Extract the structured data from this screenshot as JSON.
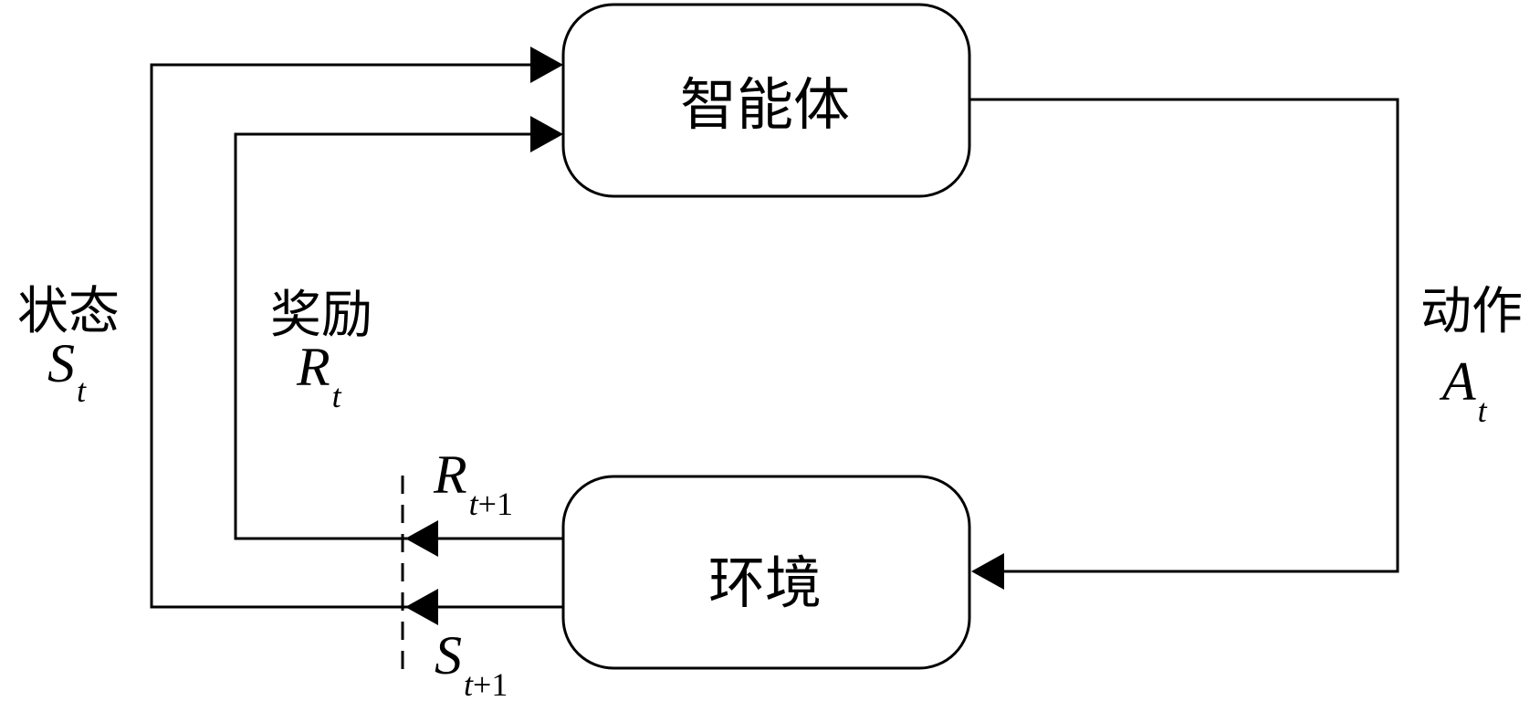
{
  "nodes": {
    "agent": {
      "label": "智能体"
    },
    "environment": {
      "label": "环境"
    }
  },
  "labels": {
    "state": {
      "text": "状态",
      "symbol": "S",
      "subscript": "t"
    },
    "reward": {
      "text": "奖励",
      "symbol": "R",
      "subscript": "t"
    },
    "action": {
      "text": "动作",
      "symbol": "A",
      "subscript": "t"
    },
    "next_reward": {
      "symbol": "R",
      "subscript_var": "t",
      "subscript_rest": "+1"
    },
    "next_state": {
      "symbol": "S",
      "subscript_var": "t",
      "subscript_rest": "+1"
    }
  }
}
